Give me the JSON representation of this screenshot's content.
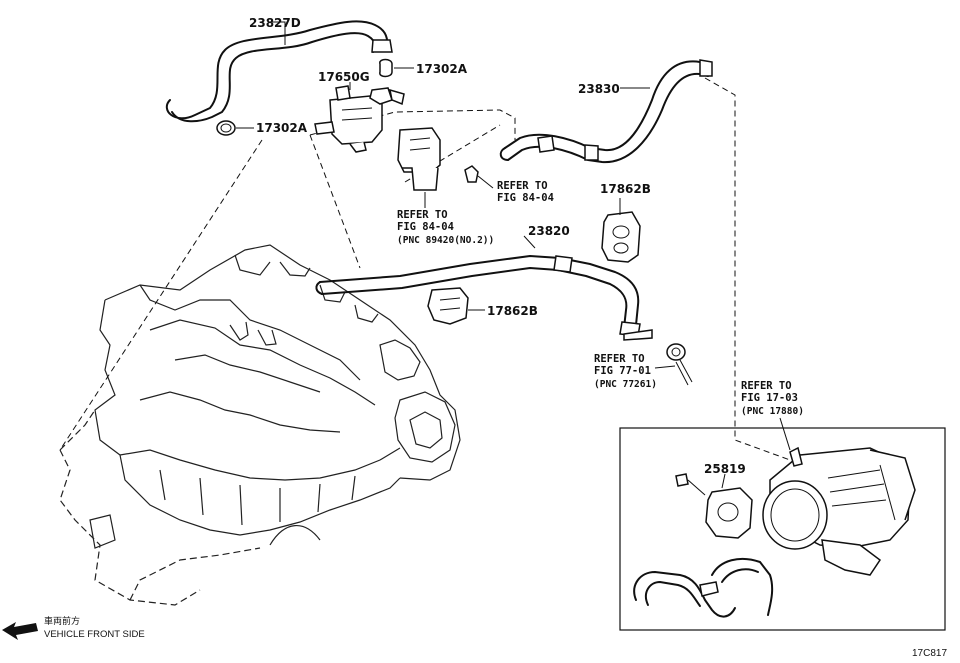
{
  "parts": {
    "p23827D": "23827D",
    "p17302A_top": "17302A",
    "p17650G": "17650G",
    "p17302A_left": "17302A",
    "p23830": "23830",
    "p17862B_right": "17862B",
    "p23820": "23820",
    "p17862B_mid": "17862B",
    "p25819": "25819"
  },
  "refs": {
    "r1_l1": "REFER TO",
    "r1_l2": "FIG 84-04",
    "r2_l1": "REFER TO",
    "r2_l2": "FIG 84-04",
    "r2_l3": "(PNC 89420(NO.2))",
    "r3_l1": "REFER TO",
    "r3_l2": "FIG 77-01",
    "r3_l3": "(PNC 77261)",
    "r4_l1": "REFER TO",
    "r4_l2": "FIG 17-03",
    "r4_l3": "(PNC 17880)"
  },
  "direction": {
    "jp": "車両前方",
    "en": "VEHICLE FRONT SIDE"
  },
  "figure_code": "17C817"
}
